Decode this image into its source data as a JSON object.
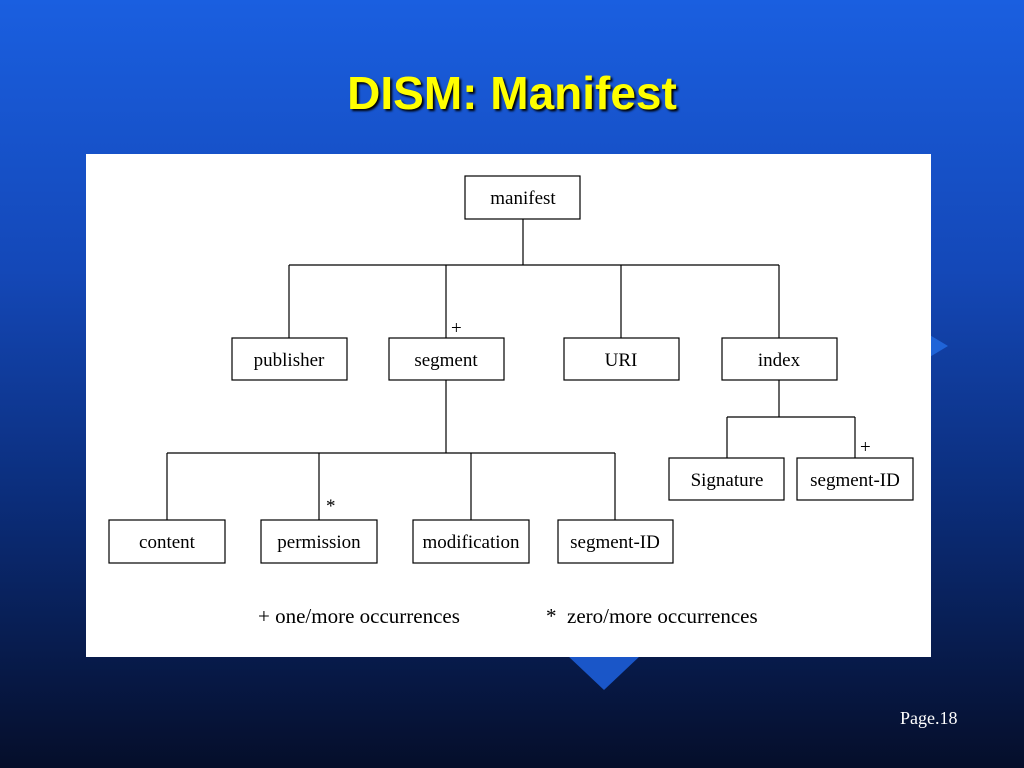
{
  "slide": {
    "title": "DISM: Manifest",
    "page": "Page.18"
  },
  "diagram": {
    "nodes": {
      "manifest": "manifest",
      "publisher": "publisher",
      "segment": "segment",
      "uri": "URI",
      "index": "index",
      "content": "content",
      "permission": "permission",
      "modification": "modification",
      "segment_id": "segment-ID",
      "signature": "Signature",
      "index_segment_id": "segment-ID"
    },
    "marks": {
      "segment": "+",
      "permission": "*",
      "index_segment_id": "+"
    },
    "legend": {
      "plus": "+ one/more occurrences",
      "star": "*  zero/more occurrences"
    }
  },
  "colors": {
    "title": "#ffff00",
    "background_top": "#1a5fe0",
    "background_bottom": "#050e2a"
  }
}
